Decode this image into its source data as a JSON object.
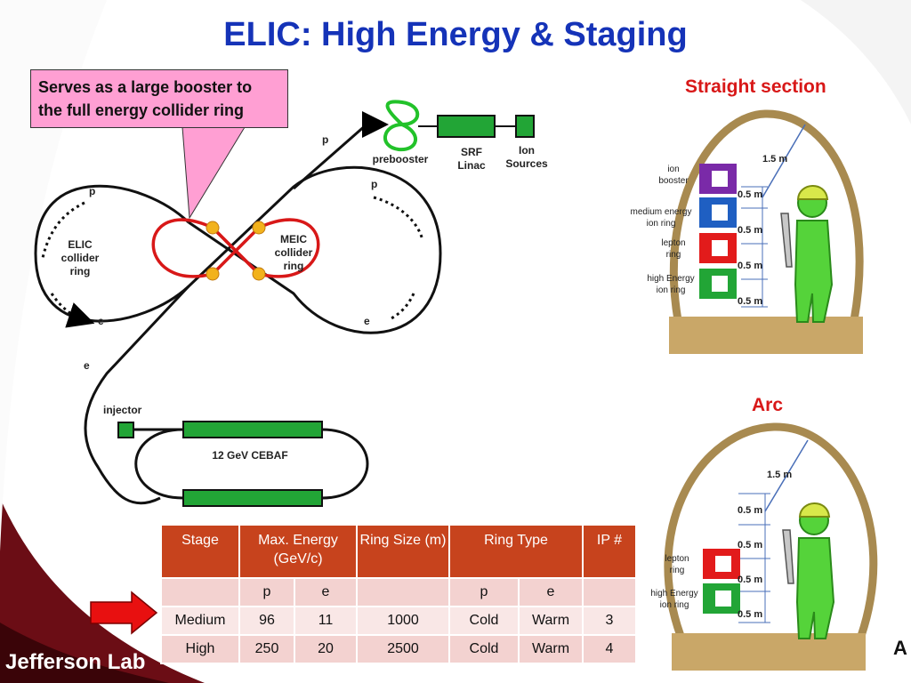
{
  "title": "ELIC: High Energy & Staging",
  "callout": "Serves as a large booster to the full energy collider ring",
  "diagram": {
    "p_top": "p",
    "p_left": "p",
    "p_right": "p",
    "e_left": "e",
    "e_right": "e",
    "e_line": "e",
    "elic_ring": [
      "ELIC",
      "collider",
      "ring"
    ],
    "meic_ring": [
      "MEIC",
      "collider",
      "ring"
    ],
    "prebooster": "prebooster",
    "srf_linac": [
      "SRF",
      "Linac"
    ],
    "ion_sources": [
      "Ion",
      "Sources"
    ],
    "injector": "injector",
    "cebaf": "12 GeV CEBAF"
  },
  "straight_section": {
    "heading": "Straight section",
    "top_dim": "1.5 m",
    "spacing": [
      "0.5 m",
      "0.5 m",
      "0.5 m",
      "0.5 m"
    ],
    "rings": [
      {
        "label": [
          "ion",
          "booster"
        ],
        "color": "#7a2aa8"
      },
      {
        "label": [
          "medium energy",
          "ion ring"
        ],
        "color": "#1f5fc2"
      },
      {
        "label": [
          "lepton",
          "ring"
        ],
        "color": "#e21b1b"
      },
      {
        "label": [
          "high Energy",
          "ion ring"
        ],
        "color": "#22a536"
      }
    ]
  },
  "arc": {
    "heading": "Arc",
    "top_dim": "1.5 m",
    "spacing": [
      "0.5 m",
      "0.5 m",
      "0.5 m",
      "0.5 m"
    ],
    "rings": [
      {
        "label": [
          "lepton",
          "ring"
        ],
        "color": "#e21b1b"
      },
      {
        "label": [
          "high Energy",
          "ion ring"
        ],
        "color": "#22a536"
      }
    ]
  },
  "table": {
    "headers": [
      "Stage",
      "Max. Energy (GeV/c)",
      "Ring Size (m)",
      "Ring Type",
      "IP #"
    ],
    "subheaders": [
      "",
      "p",
      "e",
      "",
      "p",
      "e",
      ""
    ],
    "rows": [
      [
        "Medium",
        "96",
        "11",
        "1000",
        "Cold",
        "Warm",
        "3"
      ],
      [
        "High",
        "250",
        "20",
        "2500",
        "Cold",
        "Warm",
        "4"
      ]
    ]
  },
  "footer": "Jefferson Lab",
  "corner_mark": "A",
  "colors": {
    "title_blue": "#1533b8",
    "table_header": "#c7431d",
    "accent_red": "#d81818",
    "magnet_green": "#22a536",
    "callout_pink": "#ff9fd3",
    "footer_maroon": "#6b0d15"
  }
}
